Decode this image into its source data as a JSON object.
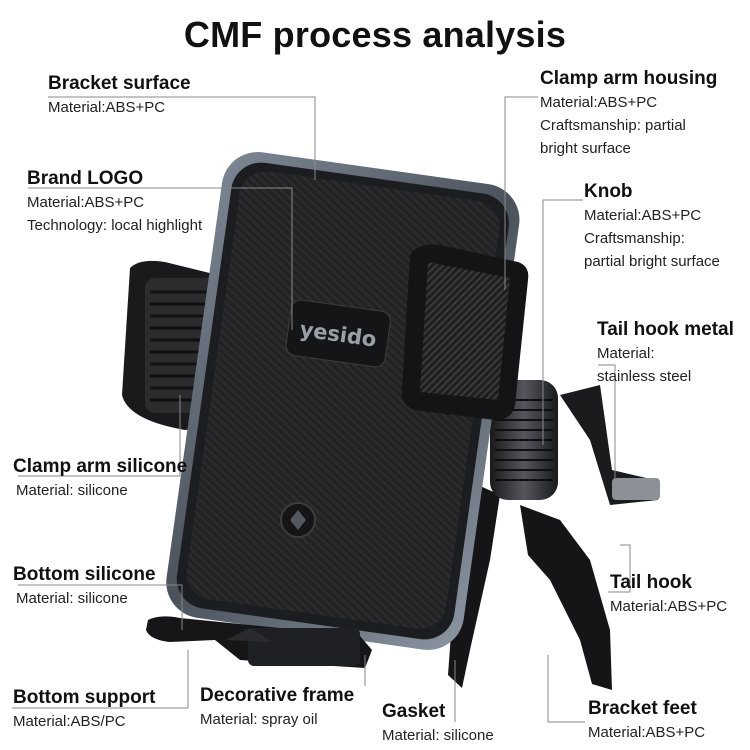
{
  "title": "CMF process analysis",
  "brand_logo_text": "yesido",
  "labels": {
    "bracket_surface": {
      "name": "Bracket surface",
      "lines": [
        "Material:ABS+PC"
      ]
    },
    "brand_logo": {
      "name": "Brand LOGO",
      "lines": [
        "Material:ABS+PC",
        "Technology: local highlight"
      ]
    },
    "clamp_arm_silicone": {
      "name": "Clamp arm silicone",
      "lines": [
        "Material: silicone"
      ]
    },
    "bottom_silicone": {
      "name": "Bottom silicone",
      "lines": [
        "Material: silicone"
      ]
    },
    "bottom_support": {
      "name": "Bottom support",
      "lines": [
        "Material:ABS/PC"
      ]
    },
    "decorative_frame": {
      "name": "Decorative frame",
      "lines": [
        "Material: spray oil"
      ]
    },
    "gasket": {
      "name": "Gasket",
      "lines": [
        "Material: silicone"
      ]
    },
    "bracket_feet": {
      "name": "Bracket feet",
      "lines": [
        "Material:ABS+PC"
      ]
    },
    "clamp_arm_housing": {
      "name": "Clamp arm housing",
      "lines": [
        "Material:ABS+PC",
        "Craftsmanship: partial",
        "bright surface"
      ]
    },
    "knob": {
      "name": "Knob",
      "lines": [
        "Material:ABS+PC",
        "Craftsmanship:",
        "partial bright surface"
      ]
    },
    "tail_hook_metal": {
      "name": "Tail hook metal",
      "lines": [
        "Material:",
        "stainless steel"
      ]
    },
    "tail_hook": {
      "name": "Tail hook",
      "lines": [
        "Material:ABS+PC"
      ]
    }
  }
}
